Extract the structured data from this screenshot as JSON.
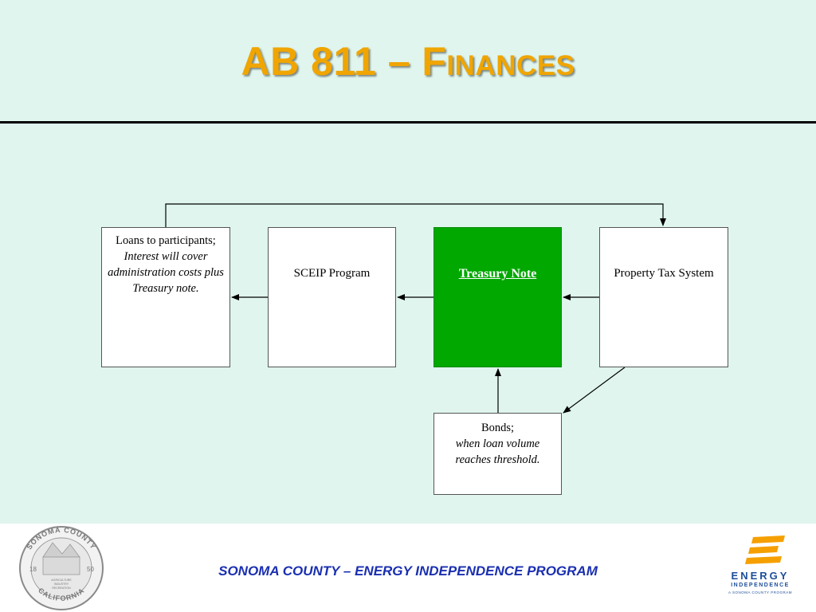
{
  "slide": {
    "title": "AB 811 – Finances",
    "footer": "SONOMA COUNTY – ENERGY INDEPENDENCE PROGRAM"
  },
  "diagram": {
    "loans": {
      "line1": "Loans to participants;",
      "italic": "Interest will cover administration costs plus Treasury note."
    },
    "sceip": "SCEIP Program",
    "treasury": "Treasury Note",
    "property": "Property Tax System",
    "bonds": {
      "line1": "Bonds;",
      "italic": "when loan volume reaches threshold."
    }
  },
  "seal": {
    "top": "SONOMA COUNTY",
    "bottom": "CALIFORNIA",
    "year_left": "18",
    "year_right": "50",
    "motto1": "AGRICULTURE",
    "motto2": "INDUSTRY",
    "motto3": "RECREATION"
  },
  "logo": {
    "word1": "ENERGY",
    "word2": "INDEPENDENCE",
    "word3": "A SONOMA COUNTY PROGRAM",
    "colors": {
      "orange": "#f5a000",
      "blue": "#1d4e9a"
    }
  },
  "colors": {
    "background": "#dff5ee",
    "title": "#f0a500",
    "treasury_fill": "#00a800",
    "footer_text": "#1a2fb0"
  }
}
